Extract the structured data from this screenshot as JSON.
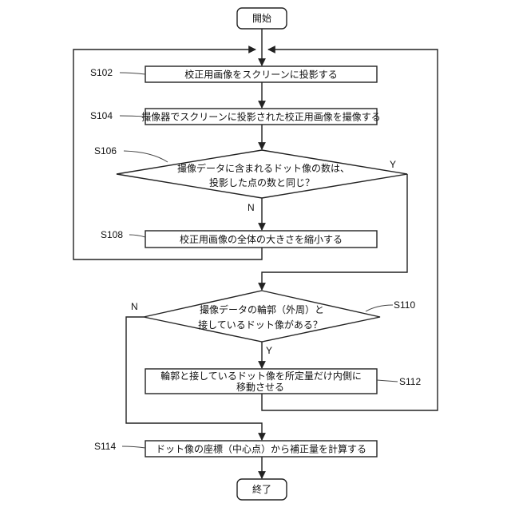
{
  "nodes": {
    "start": "開始",
    "s102": {
      "step": "S102",
      "text": "校正用画像をスクリーンに投影する"
    },
    "s104": {
      "step": "S104",
      "text": "撮像器でスクリーンに投影された校正用画像を撮像する"
    },
    "s106": {
      "step": "S106",
      "line1": "撮像データに含まれるドット像の数は、",
      "line2": "投影した点の数と同じ？",
      "yes": "Y",
      "no": "N"
    },
    "s108": {
      "step": "S108",
      "text": "校正用画像の全体の大きさを縮小する"
    },
    "s110": {
      "step": "S110",
      "line1": "撮像データの輪郭（外周）と",
      "line2": "接しているドット像がある？",
      "yes": "Y",
      "no": "N"
    },
    "s112": {
      "step": "S112",
      "line1": "輪郭と接しているドット像を所定量だけ内側に",
      "line2": "移動させる"
    },
    "s114": {
      "step": "S114",
      "text": "ドット像の座標（中心点）から補正量を計算する"
    },
    "end": "終了"
  }
}
